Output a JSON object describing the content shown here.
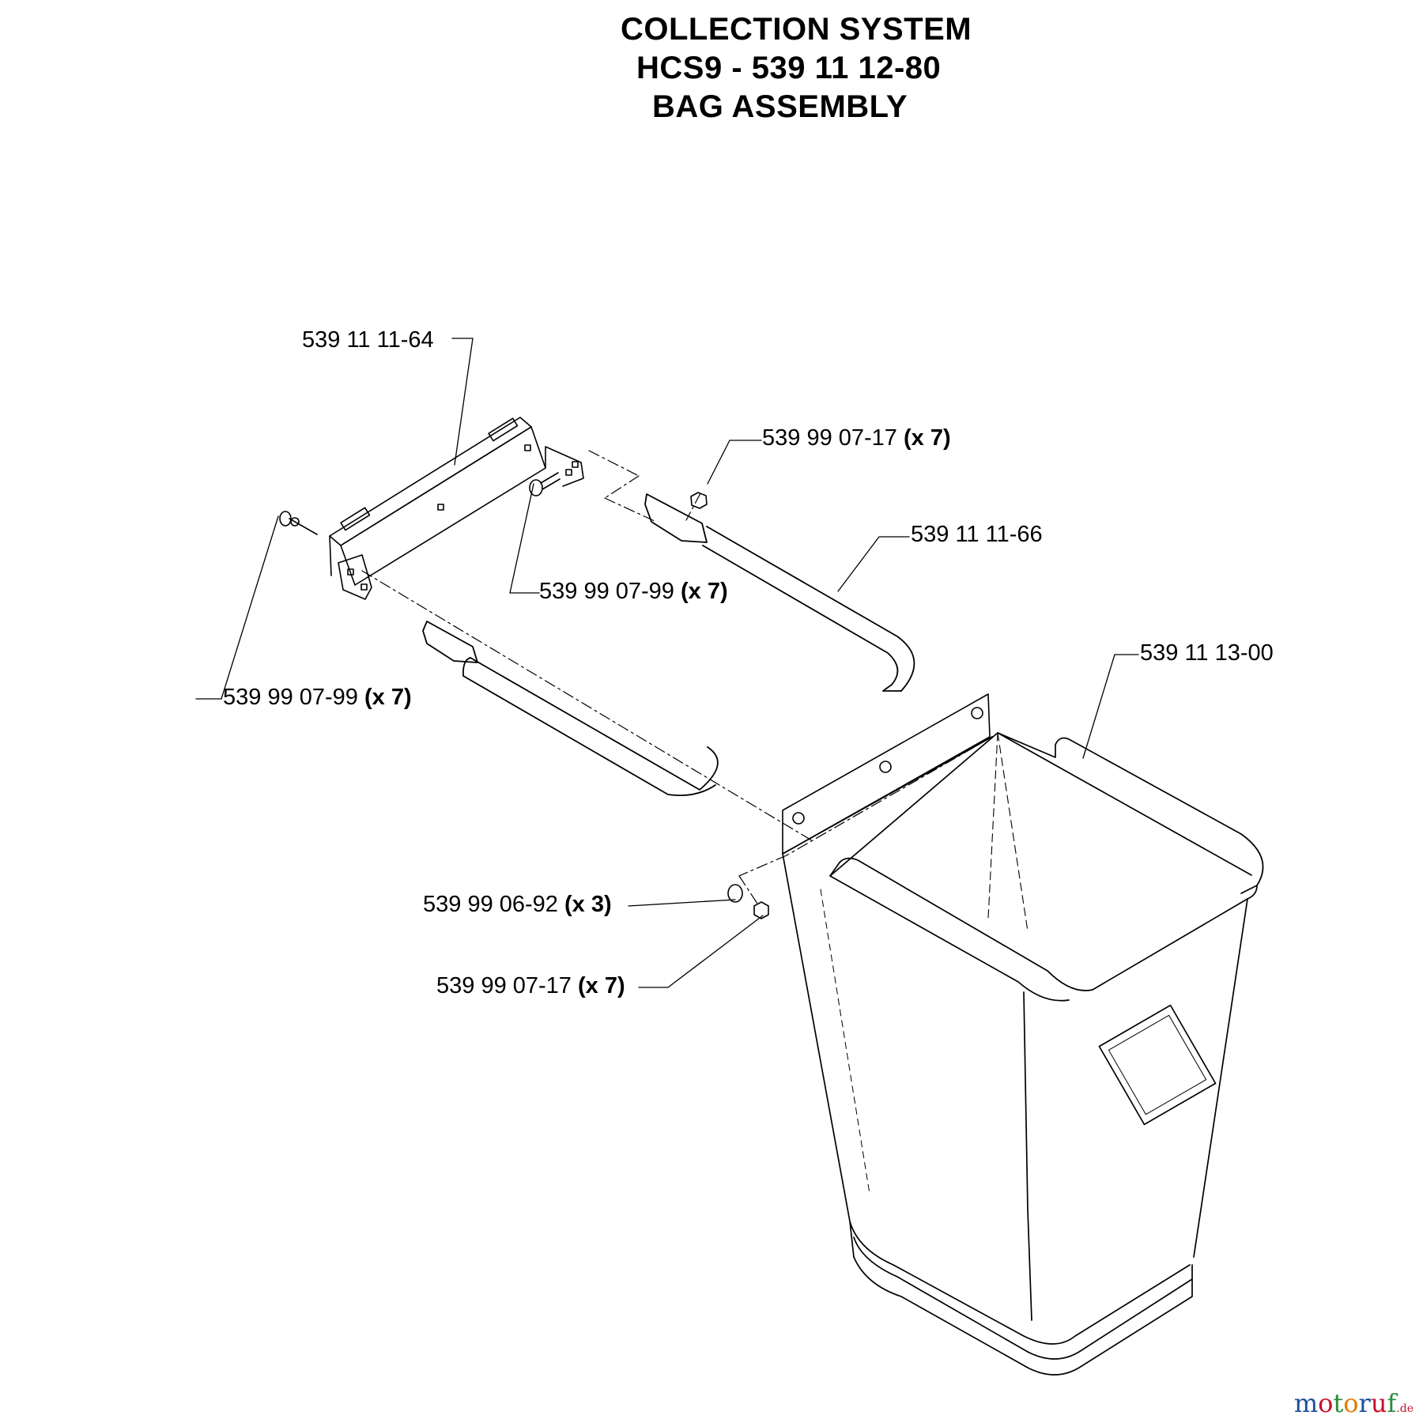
{
  "title": {
    "line1": "COLLECTION SYSTEM",
    "line2": "HCS9 - 539 11 12-80",
    "line3": "BAG ASSEMBLY"
  },
  "callouts": {
    "bracket": {
      "part": "539 11 11-64",
      "qty": ""
    },
    "nut_upper": {
      "part": "539 99 07-17",
      "qty": "(x 7)"
    },
    "frame": {
      "part": "539 11 11-66",
      "qty": ""
    },
    "bolt_center": {
      "part": "539 99 07-99",
      "qty": "(x 7)"
    },
    "bolt_left": {
      "part": "539 99 07-99",
      "qty": "(x 7)"
    },
    "bag": {
      "part": "539 11 13-00",
      "qty": ""
    },
    "washer": {
      "part": "539 99 06-92",
      "qty": "(x 3)"
    },
    "nut_lower": {
      "part": "539 99 07-17",
      "qty": "(x 7)"
    }
  },
  "watermark": {
    "text": "motoruf",
    "suffix": ".de"
  },
  "colors": {
    "line": "#000000",
    "background": "#ffffff"
  }
}
